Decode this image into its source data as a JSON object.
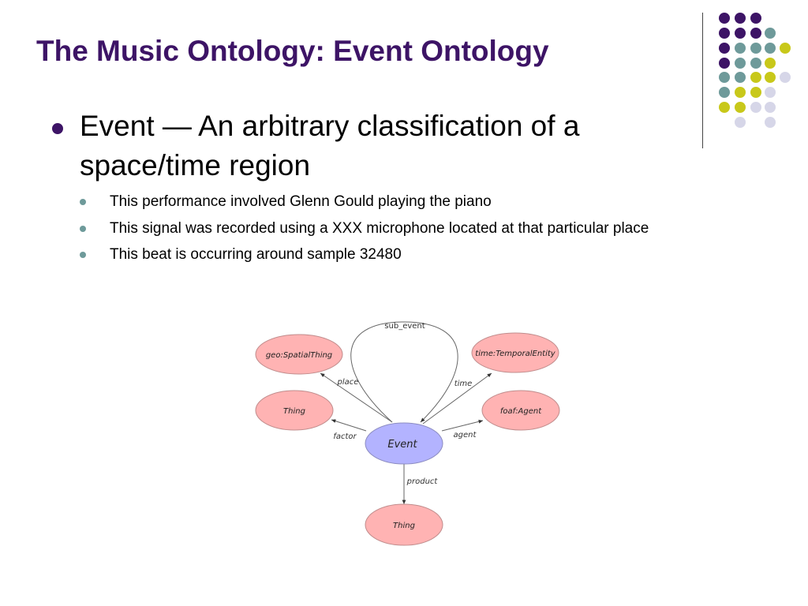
{
  "slide": {
    "title": "The Music Ontology: Event Ontology",
    "bullet": "Event — An arbitrary classification of a space/time region",
    "sub_bullets": [
      "This performance involved Glenn Gould playing the piano",
      "This signal was recorded using a XXX microphone located at that particular place",
      "This beat is occurring around sample 32480"
    ]
  },
  "colors": {
    "title": "#3d1466",
    "dot_purple": "#3d1466",
    "dot_teal": "#6e9a9a",
    "dot_yellow": "#c8c81a",
    "dot_lavender": "#d6d6e8",
    "node_pink": "#ffb3b3",
    "node_event": "#b3b3ff"
  },
  "diagram": {
    "nodes": {
      "spatial": "geo:SpatialThing",
      "temporal": "time:TemporalEntity",
      "thing_factor": "Thing",
      "agent": "foaf:Agent",
      "event": "Event",
      "thing_product": "Thing"
    },
    "edges": {
      "sub_event": "sub_event",
      "place": "place",
      "time": "time",
      "factor": "factor",
      "agent": "agent",
      "product": "product"
    }
  }
}
